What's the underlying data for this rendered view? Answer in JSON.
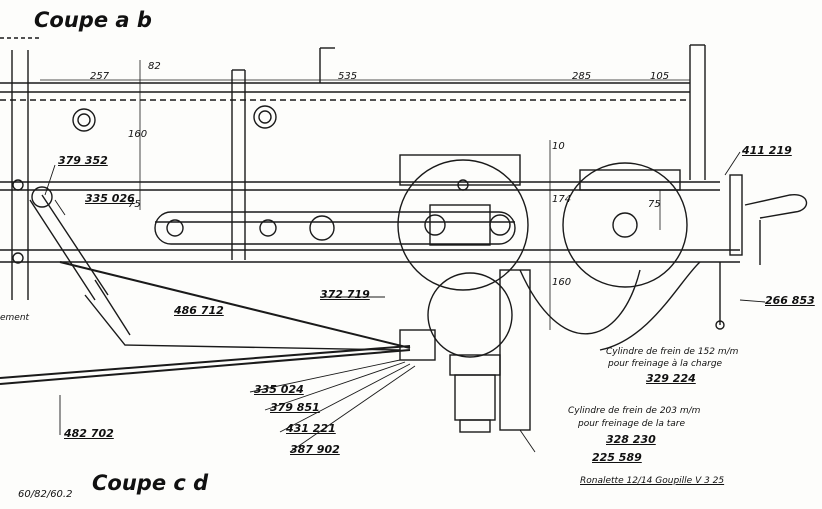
{
  "titles": {
    "top": "Coupe a b",
    "bottom": "Coupe c d"
  },
  "dimensions": {
    "d257": "257",
    "d535": "535",
    "d285": "285",
    "d105": "105",
    "d82": "82",
    "d160a": "160",
    "d75a": "75",
    "d10": "10",
    "d174": "174",
    "d75b": "75",
    "d160b": "160"
  },
  "references": {
    "r411219": "411 219",
    "r379352": "379 352",
    "r335026": "335 026",
    "r486712": "486 712",
    "r372719": "372 719",
    "r266853": "266 853",
    "r335024": "335 024",
    "r379851": "379 851",
    "r431221": "431 221",
    "r387902": "387 902",
    "r482702": "482 702",
    "r225589": "225 589"
  },
  "notes": {
    "cyl152_line1": "Cylindre de frein de 152 m/m",
    "cyl152_line2": "pour freinage à la charge",
    "cyl152_ref": "329 224",
    "cyl203_line1": "Cylindre de frein de 203 m/m",
    "cyl203_line2": "pour freinage de la tare",
    "cyl203_ref": "328 230",
    "edge_left": "ement"
  },
  "footer": {
    "caption": "Ronalette 12/14 Goupille V 3 25",
    "handwritten": "60/82/60.2"
  }
}
